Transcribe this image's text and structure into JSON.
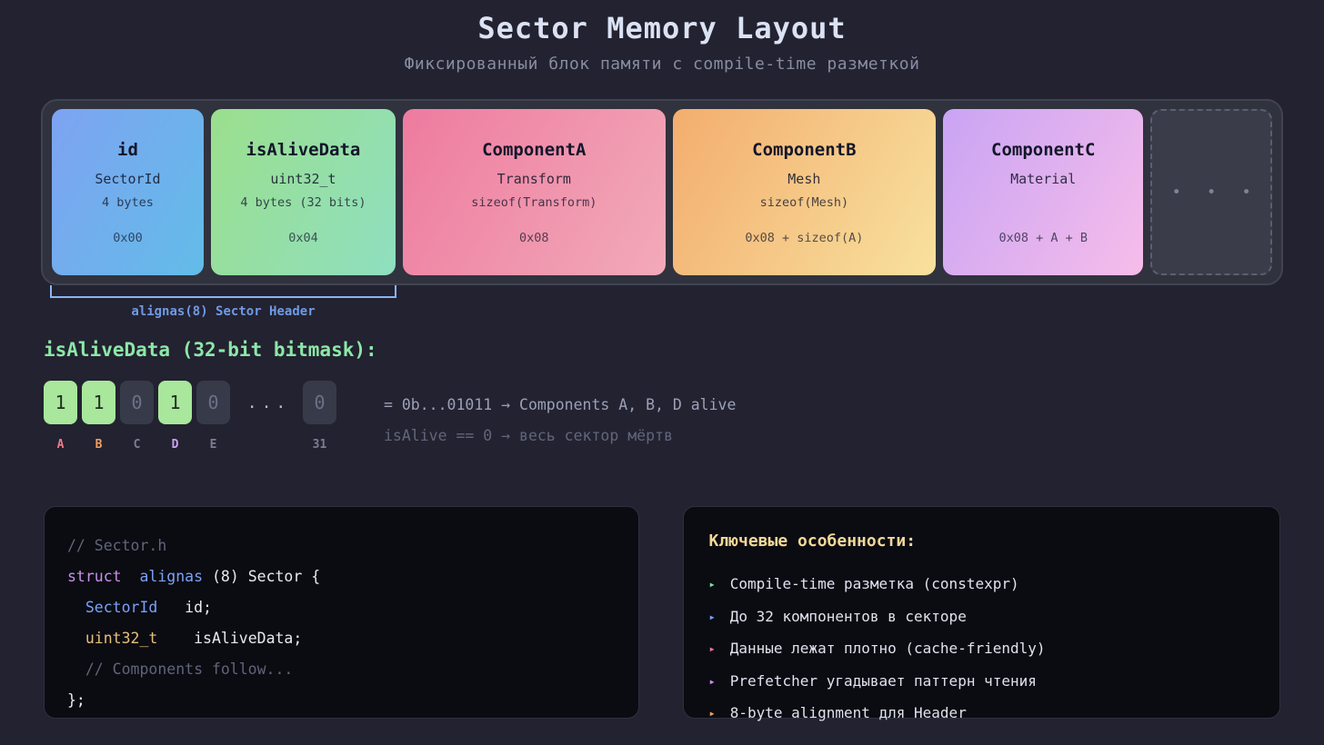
{
  "page": {
    "title": "Sector Memory Layout",
    "subtitle": "Фиксированный блок памяти с compile-time разметкой"
  },
  "memory": {
    "blocks": [
      {
        "name": "id",
        "type": "SectorId",
        "size": "4 bytes",
        "offset": "0x00",
        "gradient_from": "#7ea3f2",
        "gradient_to": "#62bce8"
      },
      {
        "name": "isAliveData",
        "type": "uint32_t",
        "size": "4 bytes (32 bits)",
        "offset": "0x04",
        "gradient_from": "#9bdf8d",
        "gradient_to": "#8fdfc0"
      },
      {
        "name": "ComponentA",
        "type": "Transform",
        "size": "sizeof(Transform)",
        "offset": "0x08",
        "gradient_from": "#ee7b9f",
        "gradient_to": "#f2aab9"
      },
      {
        "name": "ComponentB",
        "type": "Mesh",
        "size": "sizeof(Mesh)",
        "offset": "0x08 + sizeof(A)",
        "gradient_from": "#f3ad6e",
        "gradient_to": "#f8e19e"
      },
      {
        "name": "ComponentC",
        "type": "Material",
        "size": "",
        "offset": "0x08 + A + B",
        "gradient_from": "#c9a4f4",
        "gradient_to": "#f6bdea"
      }
    ],
    "more_placeholder": "• • •",
    "bracket_label": "alignas(8) Sector Header"
  },
  "bitmask": {
    "heading": "isAliveData (32-bit bitmask):",
    "bits": [
      {
        "value": "1",
        "label": "A",
        "alive": true,
        "label_color": "#ef7a8a"
      },
      {
        "value": "1",
        "label": "B",
        "alive": true,
        "label_color": "#efa05f"
      },
      {
        "value": "0",
        "label": "C",
        "alive": false,
        "label_color": "#7a7f94"
      },
      {
        "value": "1",
        "label": "D",
        "alive": true,
        "label_color": "#c9a2ef"
      },
      {
        "value": "0",
        "label": "E",
        "alive": false,
        "label_color": "#7a7f94"
      }
    ],
    "dots": "...",
    "last_bit": {
      "value": "0",
      "label": "31",
      "alive": false,
      "label_color": "#7a7f94"
    },
    "notes": [
      "= 0b...01011 → Components A, B, D alive",
      "isAlive == 0 → весь сектор мёртв"
    ]
  },
  "code": {
    "lines": [
      {
        "segments": [
          {
            "text": "// Sector.h",
            "color": "#5f6579"
          }
        ]
      },
      {
        "segments": [
          {
            "text": "struct",
            "color": "#c792ea"
          },
          {
            "text": "  ",
            "color": "#e8eaf2"
          },
          {
            "text": "alignas",
            "color": "#7aa2f7"
          },
          {
            "text": " (8) Sector {",
            "color": "#e8eaf2"
          }
        ]
      },
      {
        "segments": [
          {
            "text": "  ",
            "color": "#e8eaf2"
          },
          {
            "text": "SectorId",
            "color": "#7aa2f7"
          },
          {
            "text": "   id;",
            "color": "#e8eaf2"
          }
        ]
      },
      {
        "segments": [
          {
            "text": "  ",
            "color": "#e8eaf2"
          },
          {
            "text": "uint32_t",
            "color": "#e5c07b"
          },
          {
            "text": "    isAliveData;",
            "color": "#e8eaf2"
          }
        ]
      },
      {
        "segments": [
          {
            "text": "  // Components follow...",
            "color": "#5f6579"
          }
        ]
      },
      {
        "segments": [
          {
            "text": "};",
            "color": "#e8eaf2"
          }
        ]
      }
    ]
  },
  "features": {
    "heading": "Ключевые особенности:",
    "bullet_glyph": "▸",
    "items": [
      {
        "text": "Compile-time разметка (constexpr)",
        "bullet_color": "#7ee0a0"
      },
      {
        "text": "До 32 компонентов в секторе",
        "bullet_color": "#7aa2f7"
      },
      {
        "text": "Данные лежат плотно (cache-friendly)",
        "bullet_color": "#f0749a"
      },
      {
        "text": "Prefetcher угадывает паттерн чтения",
        "bullet_color": "#c792ea"
      },
      {
        "text": "8-byte alignment для Header",
        "bullet_color": "#f0a05f"
      }
    ]
  }
}
